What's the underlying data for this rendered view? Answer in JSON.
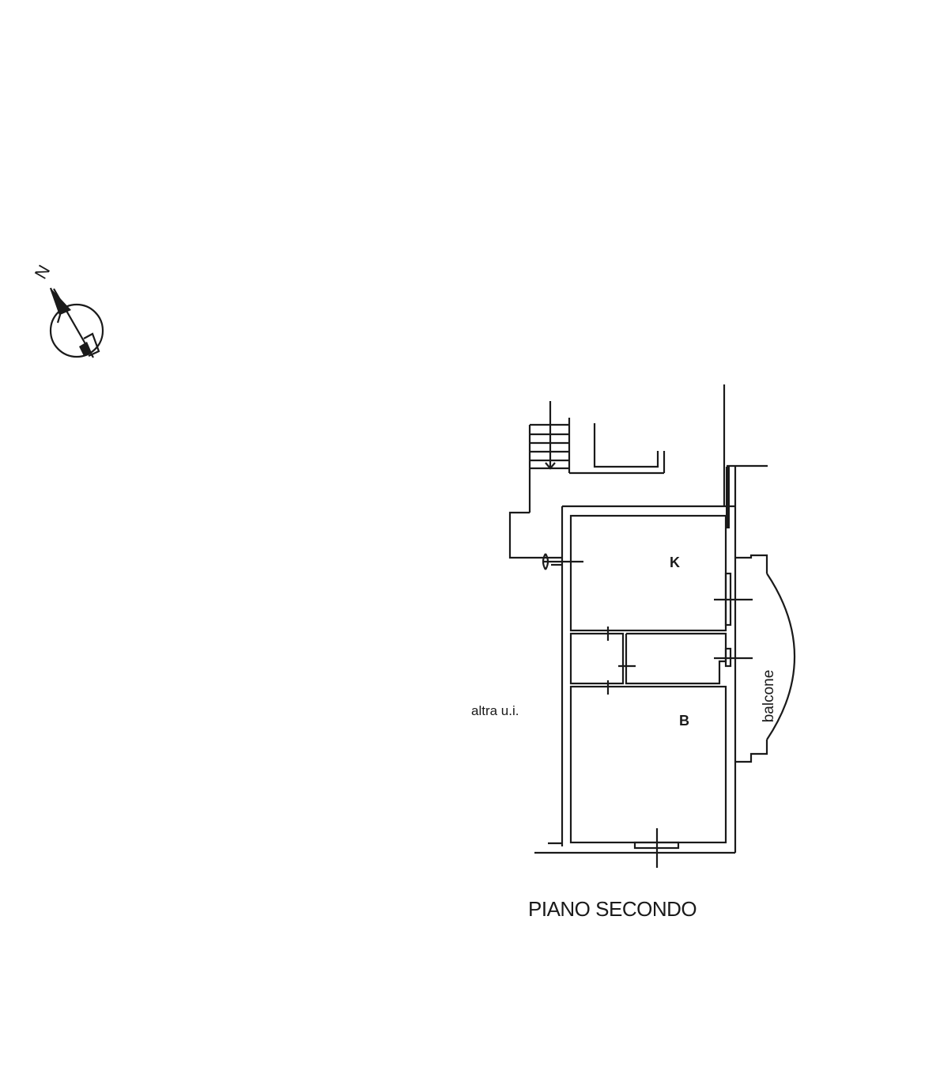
{
  "plan": {
    "title": "PIANO SECONDO",
    "rooms": {
      "kitchen": "K",
      "bathroom": "B"
    },
    "balcony_label": "balcone",
    "neighbor_label": "altra u.i.",
    "compass_label": "N"
  },
  "colors": {
    "ink": "#1a1a1a",
    "paper": "#ffffff"
  }
}
